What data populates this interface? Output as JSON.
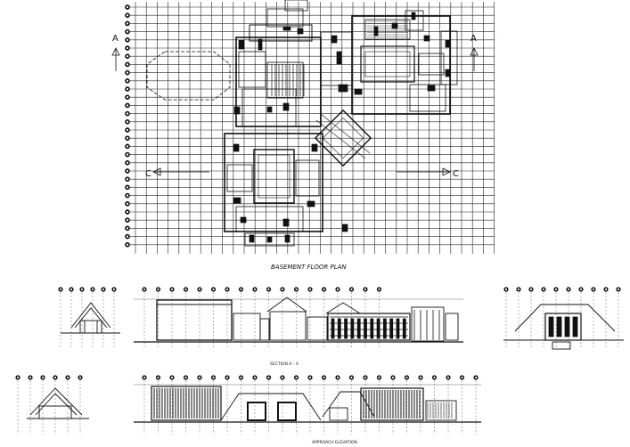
{
  "labels": {
    "plan_title": "BASEMENT FLOOR PLAN",
    "section_aa_title": "SECTION A - A",
    "elevation_title": "APPROACH ELEVATION",
    "section_marker_a": "A",
    "section_marker_c": "C"
  },
  "colors": {
    "ink": "#111111",
    "grid": "#222222",
    "paper": "#ffffff"
  }
}
